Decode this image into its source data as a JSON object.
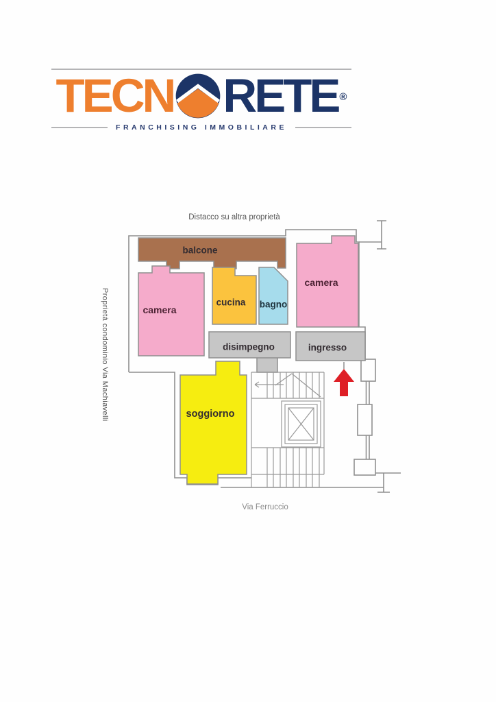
{
  "logo": {
    "brand_part1": "TECN",
    "brand_part2": "RETE",
    "registered_mark": "®",
    "tagline": "FRANCHISING IMMOBILIARE",
    "orange": "#ee7f2e",
    "navy": "#1c3467"
  },
  "floor_plan": {
    "top_boundary_label": "Distacco su altra proprietà",
    "left_boundary_label": "Proprietà condominio Via Machiavelli",
    "street_label": "Via Ferruccio",
    "rooms": [
      {
        "name": "balcone",
        "color": "#a9714e"
      },
      {
        "name": "camera",
        "color": "#f5abcb"
      },
      {
        "name": "cucina",
        "color": "#fbc33e"
      },
      {
        "name": "bagno",
        "color": "#a6dcec"
      },
      {
        "name": "camera",
        "color": "#f5abcb"
      },
      {
        "name": "disimpegno",
        "color": "#c6c6c6"
      },
      {
        "name": "ingresso",
        "color": "#c6c6c6"
      },
      {
        "name": "soggiorno",
        "color": "#f6ed10"
      }
    ],
    "entrance_arrow_color": "#de1f26",
    "wall_color": "#8f8f8f"
  }
}
